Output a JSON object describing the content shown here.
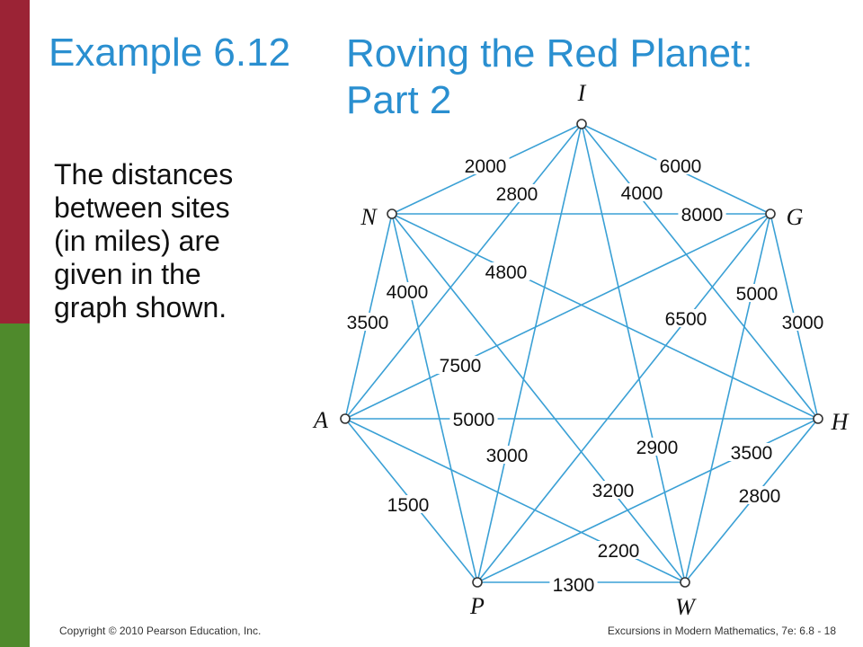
{
  "slide": {
    "title_prefix": "Example 6.12",
    "title_main_line1": "Roving the Red Planet:",
    "title_main_line2": "Part 2",
    "body_lines": [
      "The distances",
      "between sites",
      "(in miles) are",
      "given in the",
      "graph shown."
    ],
    "footer_left": "Copyright © 2010 Pearson Education, Inc.",
    "footer_right": "Excursions in Modern Mathematics, 7e: 6.8 - 18"
  },
  "colors": {
    "title": "#2a8fd0",
    "edge": "#3aa0d5",
    "bar_top": "#9b2335",
    "bar_bottom": "#4f8a2c"
  },
  "graph": {
    "nodes": [
      {
        "id": "I",
        "label": "I"
      },
      {
        "id": "N",
        "label": "N"
      },
      {
        "id": "G",
        "label": "G"
      },
      {
        "id": "A",
        "label": "A"
      },
      {
        "id": "H",
        "label": "H"
      },
      {
        "id": "P",
        "label": "P"
      },
      {
        "id": "W",
        "label": "W"
      }
    ],
    "edges": [
      {
        "from": "I",
        "to": "N",
        "weight": "2000"
      },
      {
        "from": "I",
        "to": "G",
        "weight": "6000"
      },
      {
        "from": "I",
        "to": "A",
        "weight": "2800"
      },
      {
        "from": "I",
        "to": "H",
        "weight": "4000"
      },
      {
        "from": "I",
        "to": "P",
        "weight": "3000"
      },
      {
        "from": "I",
        "to": "W",
        "weight": "2900"
      },
      {
        "from": "N",
        "to": "G",
        "weight": "8000"
      },
      {
        "from": "N",
        "to": "A",
        "weight": "3500"
      },
      {
        "from": "N",
        "to": "H",
        "weight": "4800"
      },
      {
        "from": "N",
        "to": "P",
        "weight": "4000"
      },
      {
        "from": "N",
        "to": "W",
        "weight": "3200"
      },
      {
        "from": "G",
        "to": "A",
        "weight": "7500"
      },
      {
        "from": "G",
        "to": "H",
        "weight": "3000"
      },
      {
        "from": "G",
        "to": "P",
        "weight": "6500"
      },
      {
        "from": "G",
        "to": "W",
        "weight": "5000"
      },
      {
        "from": "A",
        "to": "H",
        "weight": "5000"
      },
      {
        "from": "A",
        "to": "P",
        "weight": "1500"
      },
      {
        "from": "A",
        "to": "W",
        "weight": "2200"
      },
      {
        "from": "H",
        "to": "P",
        "weight": "3500"
      },
      {
        "from": "H",
        "to": "W",
        "weight": "2800"
      },
      {
        "from": "P",
        "to": "W",
        "weight": "1300"
      }
    ]
  }
}
